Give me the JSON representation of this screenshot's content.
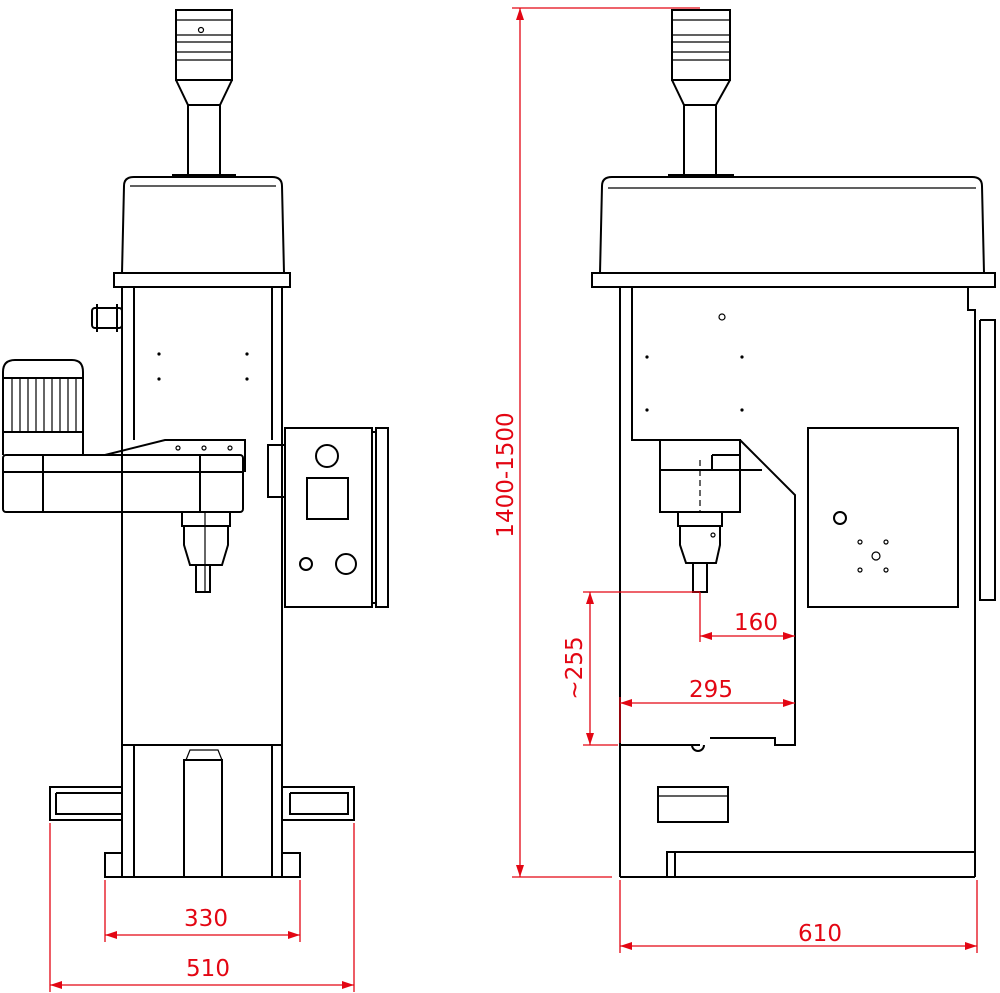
{
  "drawing": {
    "title": "Machine dimensions - front and side view",
    "colors": {
      "outline": "#000000",
      "dimension": "#e30613"
    },
    "dimensions": {
      "height": "1400-1500",
      "base_inner_width": "330",
      "base_outer_width": "510",
      "depth": "610",
      "throat_to_spindle": "160",
      "throat_depth": "295",
      "spindle_to_table": "~255"
    }
  }
}
